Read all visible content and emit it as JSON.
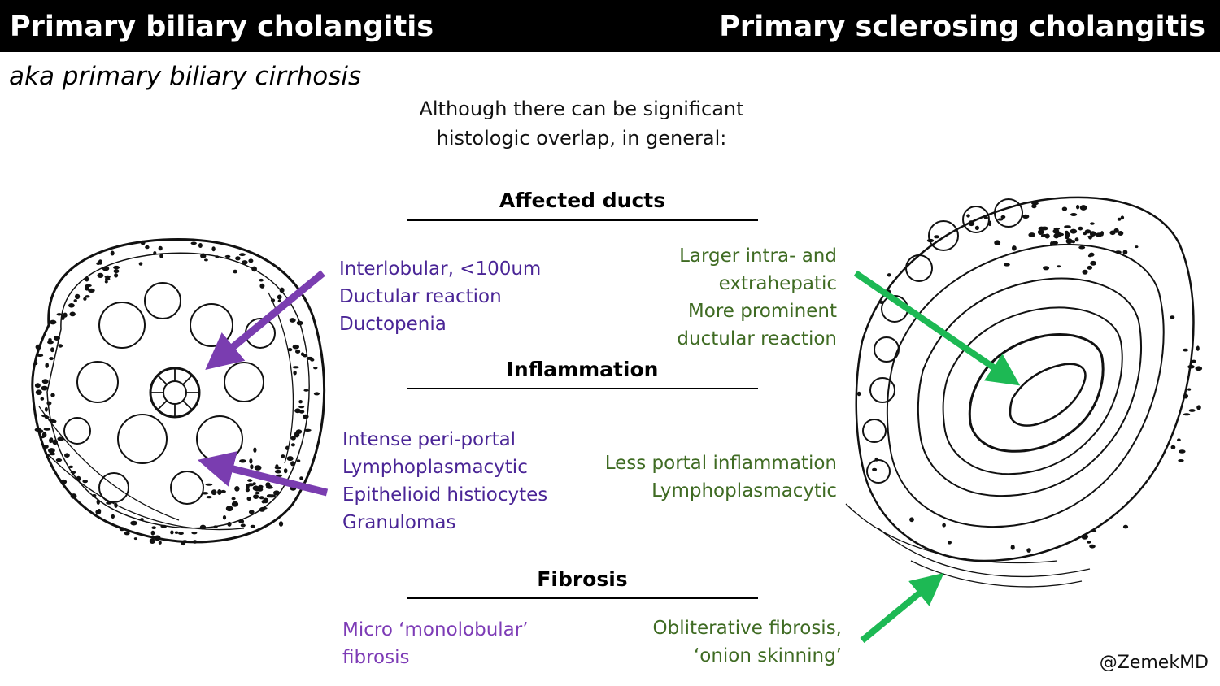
{
  "header": {
    "title_left": "Primary biliary cholangitis",
    "title_right": "Primary sclerosing cholangitis"
  },
  "subtitle": "aka primary biliary cirrhosis",
  "intro": {
    "line1": "Although there can be significant",
    "line2": "histologic overlap, in general:"
  },
  "sections": {
    "ducts": {
      "heading": "Affected ducts",
      "pbc": [
        "Interlobular, <100um",
        "Ductular reaction",
        "Ductopenia"
      ],
      "psc": [
        "Larger intra- and",
        "extrahepatic",
        "More prominent",
        "ductular reaction"
      ]
    },
    "inflammation": {
      "heading": "Inflammation",
      "pbc": [
        "Intense peri-portal",
        "Lymphoplasmacytic",
        "Epithelioid histiocytes",
        "Granulomas"
      ],
      "psc": [
        "Less portal inflammation",
        "Lymphoplasmacytic"
      ]
    },
    "fibrosis": {
      "heading": "Fibrosis",
      "pbc": [
        "Micro ‘monolobular’",
        "fibrosis"
      ],
      "psc": [
        "Obliterative fibrosis,",
        "‘onion skinning’"
      ]
    }
  },
  "credit": "@ZemekMD",
  "colors": {
    "pbc_text": "#4a2596",
    "pbc_fibrosis_text": "#7d3bb6",
    "pbc_arrow": "#7a3db0",
    "psc_text": "#3f6b23",
    "psc_arrow": "#1db954"
  }
}
